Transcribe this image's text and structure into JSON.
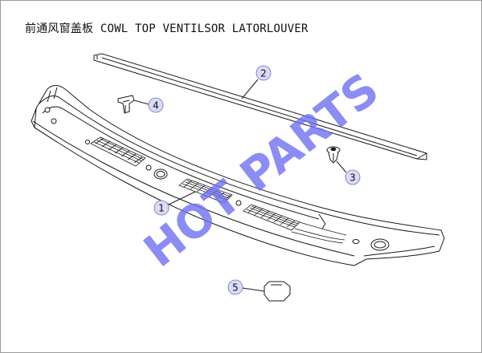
{
  "title": "前通风窗盖板 COWL TOP VENTILSOR LATORLOUVER",
  "watermark": "HOT PARTS",
  "callouts": [
    {
      "label": "1"
    },
    {
      "label": "2"
    },
    {
      "label": "3"
    },
    {
      "label": "4"
    },
    {
      "label": "5"
    }
  ],
  "colors": {
    "line": "#1a1a1a",
    "callout_fill": "#d9dcf7",
    "callout_stroke": "#6b6fb8",
    "watermark": "#6f6ff2"
  }
}
